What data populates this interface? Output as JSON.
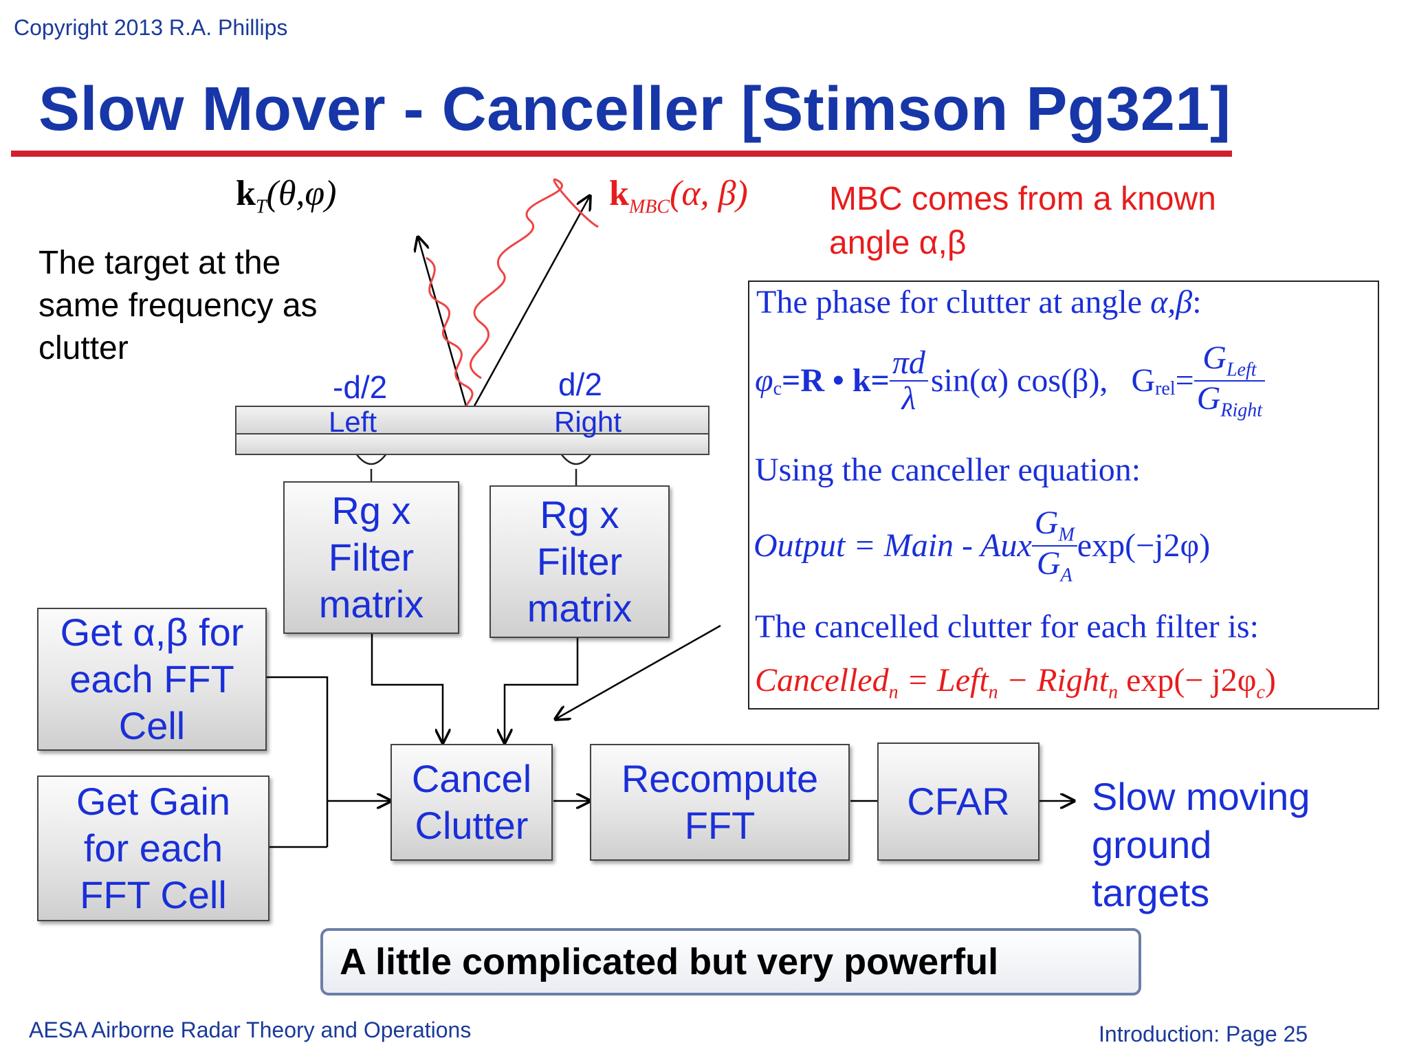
{
  "copyright": "Copyright 2013 R.A. Phillips",
  "title": "Slow Mover - Canceller [Stimson Pg321]",
  "kt_vector": "k",
  "kt_sub": "T",
  "kt_args": "(θ,φ)",
  "kmbc_vector": "k",
  "kmbc_sub": "MBC",
  "kmbc_args": "(α, β)",
  "mbc_note": [
    "MBC comes from a  known",
    "angle α,β"
  ],
  "target_note": [
    "The  target at the",
    "same frequency as",
    "clutter"
  ],
  "array": {
    "left_pos": "-d/2",
    "left_label": "Left",
    "right_pos": "d/2",
    "right_label": "Right"
  },
  "blocks": {
    "filter_left": [
      "Rg x",
      "Filter",
      "matrix"
    ],
    "filter_right": [
      "Rg x",
      "Filter",
      "matrix"
    ],
    "get_angle": [
      "Get α,β for",
      "each FFT",
      "Cell"
    ],
    "get_gain": [
      "Get  Gain",
      "for each",
      "FFT Cell"
    ],
    "cancel": [
      "Cancel",
      "Clutter"
    ],
    "recompute": [
      "Recompute",
      "FFT"
    ],
    "cfar": "CFAR"
  },
  "output_label": [
    "Slow moving",
    "ground",
    "targets"
  ],
  "equations": {
    "phase_intro": "The phase for clutter at angle",
    "phase_intro_vars": "α,β",
    "phase_intro_colon": ":",
    "phi_c": "φ",
    "phi_sub": "c",
    "dot_product": "=R • k=",
    "pi_d": "πd",
    "lambda": "λ",
    "trig": "sin(α) cos(β),",
    "grel": "G",
    "grel_sub": "rel",
    "eq": "=",
    "g_left": "G",
    "g_left_sub": "Left",
    "g_right": "G",
    "g_right_sub": "Right",
    "using": "Using the canceller equation:",
    "output_lhs": "Output = Main - Aux",
    "gm": "G",
    "gm_sub": "M",
    "ga": "G",
    "ga_sub": "A",
    "exp_term": "exp(−j2φ)",
    "cancelled_intro": "The cancelled clutter for each filter is:",
    "cancelled_lhs": "Cancelled",
    "n": "n",
    "cancelled_mid": " = Left",
    "minus_right": " − Right",
    "cancelled_exp": " exp(− j2φ",
    "c": "c",
    "close": ")"
  },
  "tagline": "A little complicated but very powerful",
  "footer_left": "AESA Airborne Radar Theory and Operations",
  "footer_right": "Introduction:  Page 25",
  "colors": {
    "title": "#1736a8",
    "rule": "#d0202e",
    "blue_text": "#1a2fd8",
    "red_text": "#e81c1c"
  }
}
